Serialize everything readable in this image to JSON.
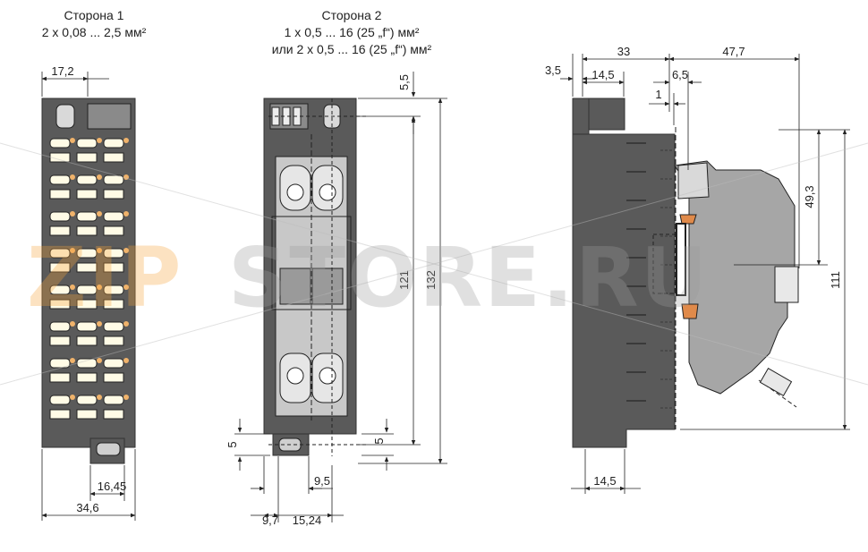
{
  "headers": {
    "side1_title": "Сторона 1",
    "side1_spec": "2 x 0,08 ... 2,5 мм²",
    "side2_title": "Сторона 2",
    "side2_spec1": "1 x 0,5 ... 16 (25 „f“) мм²",
    "side2_spec2": "или 2 x 0,5 ... 16 (25 „f“) мм²"
  },
  "dimensions": {
    "left": {
      "top_width": "17,2",
      "bottom_inner": "16,45",
      "bottom_total": "34,6"
    },
    "middle": {
      "top_offset": "5,5",
      "height_inner": "121",
      "height_total": "132",
      "small_left": "5",
      "small_right": "5",
      "offset_95": "9,5",
      "bottom_a": "9,7",
      "bottom_b": "15,24"
    },
    "right": {
      "d_35": "3,5",
      "d_33": "33",
      "d_477": "47,7",
      "d_145_top": "14,5",
      "d_65": "6,5",
      "d_1": "1",
      "d_493": "49,3",
      "d_111": "111",
      "d_145_bottom": "14,5"
    }
  },
  "watermark": {
    "part1": "ZIP",
    "part2": "STORE.RU"
  },
  "colors": {
    "body_dark": "#5a5a5a",
    "clamp_orange": "#f0b36b",
    "clamp_white": "#fffbe6",
    "rail_grey": "#a6a6a6",
    "orange_accent": "#e08a4a"
  }
}
